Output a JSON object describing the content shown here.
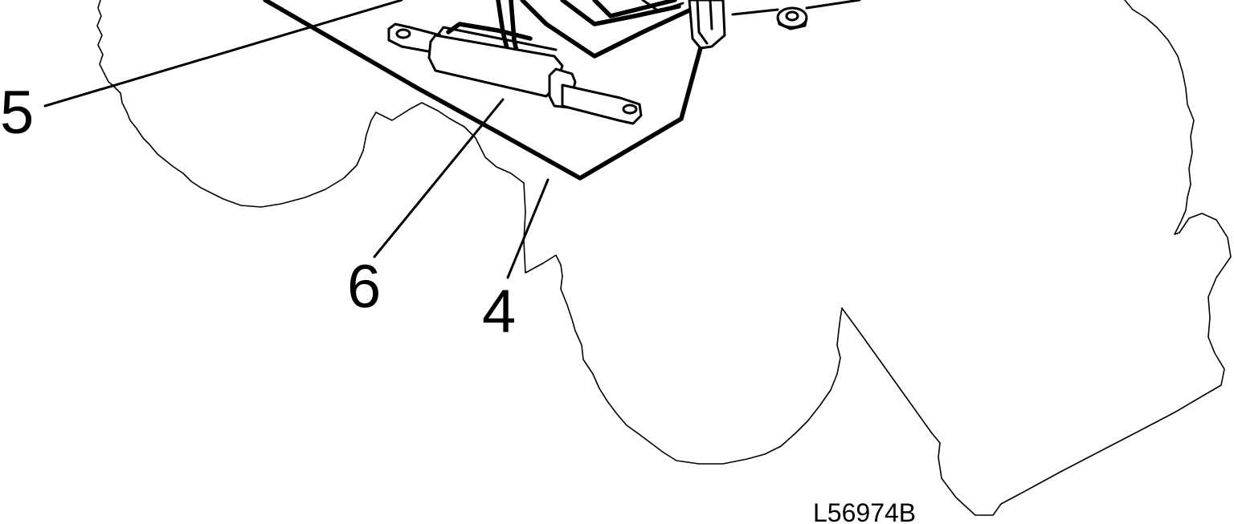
{
  "diagram": {
    "callouts": {
      "c4": "4",
      "c5": "5",
      "c6": "6"
    },
    "drawing_number": "L56974B",
    "colors": {
      "ink": "#000000",
      "paper": "#ffffff"
    }
  }
}
